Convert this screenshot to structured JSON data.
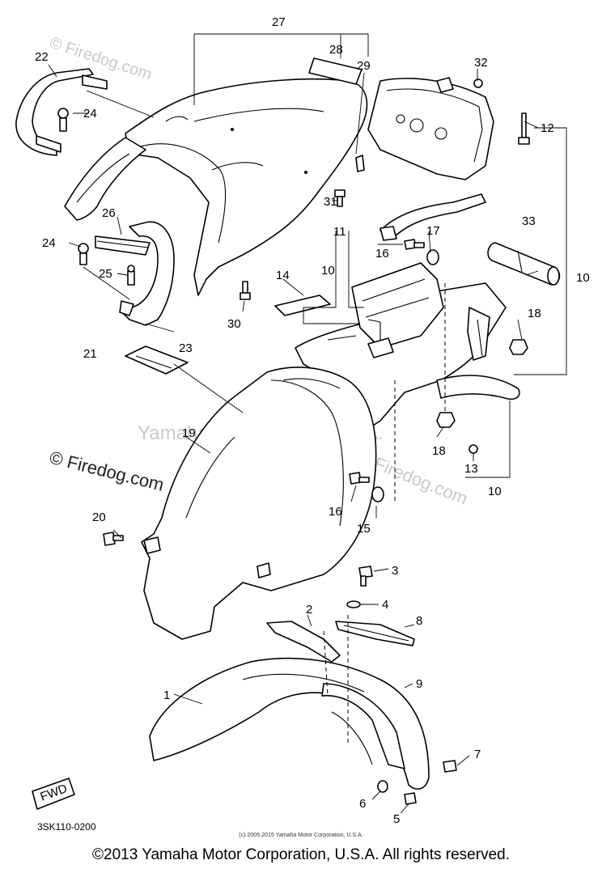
{
  "watermarks": {
    "top": "© Firedog.com",
    "left": "© Firedog.com",
    "center": "Yamaha Motor Corp., U.S.A.",
    "right": "© Firedog.com"
  },
  "fwd_label": "FWD",
  "diagram_code": "3SK110-0200",
  "small_copyright": "(c) 2005-2015 Yamaha Motor Corporation, U.S.A.",
  "copyright": "©2013 Yamaha Motor Corporation, U.S.A. All rights reserved.",
  "callouts": [
    "1",
    "2",
    "3",
    "4",
    "5",
    "6",
    "7",
    "8",
    "9",
    "10",
    "10",
    "10",
    "11",
    "12",
    "13",
    "14",
    "15",
    "16",
    "16",
    "17",
    "18",
    "18",
    "19",
    "20",
    "21",
    "22",
    "23",
    "24",
    "24",
    "25",
    "26",
    "27",
    "28",
    "29",
    "30",
    "31",
    "32",
    "33"
  ]
}
